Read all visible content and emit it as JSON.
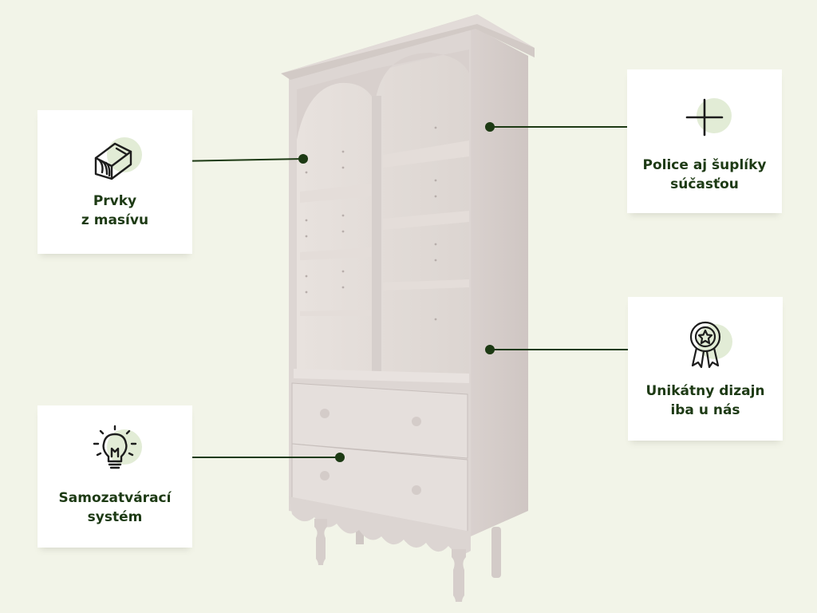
{
  "features": {
    "solid_wood": {
      "label": "Prvky\nz masívu",
      "icon": "wood-plank-icon"
    },
    "shelves_drawers": {
      "label": "Police aj šuplíky\nsúčasťou",
      "icon": "plus-icon"
    },
    "unique_design": {
      "label": "Unikátny dizajn\niba u nás",
      "icon": "award-ribbon-star-icon"
    },
    "soft_close": {
      "label": "Samozatvárací\nsystém",
      "icon": "light-bulb-icon"
    }
  },
  "colors": {
    "background": "#f2f4e8",
    "card": "#ffffff",
    "accent_dark_green": "#1d3a14",
    "icon_blob": "#e2ecd6",
    "furniture": "#dcd4d1"
  },
  "product": {
    "name": "arched-bookcase-with-two-drawers"
  }
}
